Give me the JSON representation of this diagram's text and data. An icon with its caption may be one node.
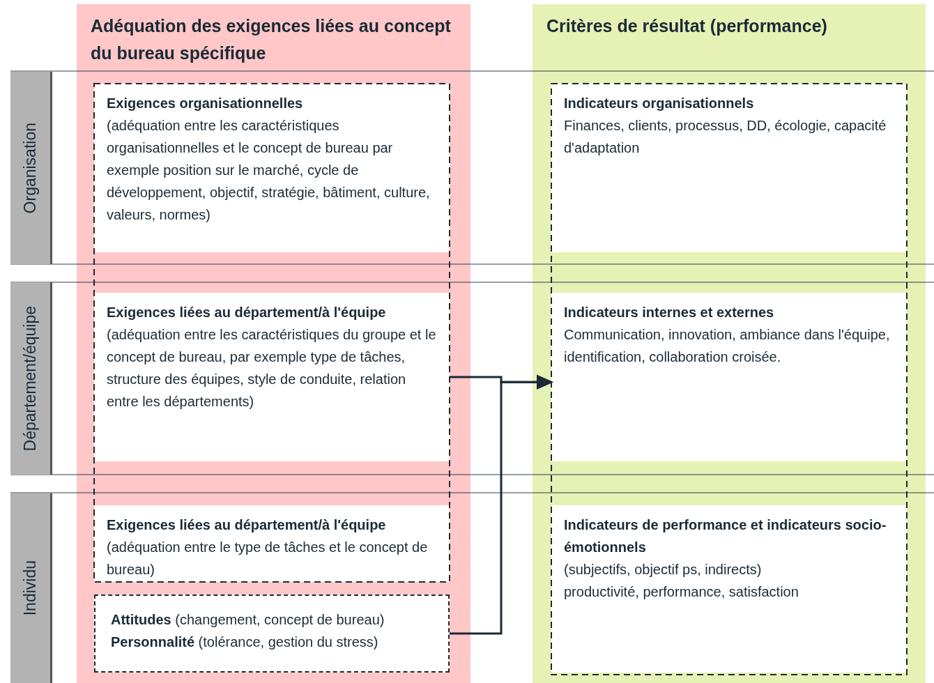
{
  "diagram": {
    "nodes": [
      {
        "text": [
          "Adéquation des exigences liées au concept du bureau spécifique"
        ]
      },
      {
        "text": [
          "Critères de résultat (performance)"
        ]
      },
      {
        "text": [
          "Organisation"
        ]
      },
      {
        "text": [
          "Département/équipe"
        ]
      },
      {
        "text": [
          "Individu"
        ]
      },
      {
        "text": [
          "Exigences organisationnelles",
          "(adéquation entre les caractéristiques organisationnelles et le concept de bureau par exemple position sur le marché, cycle de développement, objectif, stratégie, bâtiment, culture, valeurs, normes)"
        ],
        "in": 0
      },
      {
        "text": [
          "Exigences liées au département/à l'équipe",
          "(adéquation entre les caractéristiques du groupe et le concept de bureau, par exemple type de tâches, structure des équipes, style de conduite, relation entre les départements)"
        ],
        "in": 0
      },
      {
        "text": [
          "Exigences liées au département/à l'équipe",
          "(adéquation entre le type de tâches et le concept de bureau)"
        ],
        "in": 0
      },
      {
        "text": [
          "**Attitudes** (changement, concept de bureau)",
          "**Personnalité** (tolérance, gestion du stress)"
        ],
        "in": 0
      },
      {
        "text": [
          "Indicateurs organisationnels",
          "Finances, clients, processus, DD, écologie, capacité d'adaptation"
        ],
        "in": 1
      },
      {
        "text": [
          "Indicateurs internes et externes",
          "Communication, innovation, ambiance dans l'équipe, identification, collaboration croisée."
        ],
        "in": 1
      },
      {
        "text": [
          "Indicateurs de performance et indicateurs socio-émotionnels",
          "(subjectifs, objectif ps, indirects)",
          "productivité, performance, satisfaction"
        ],
        "in": 1
      }
    ],
    "edges": [
      {
        "from": 6,
        "to": 10,
        "arrow": "to"
      },
      {
        "from": 8,
        "to": 10,
        "arrow": "to"
      }
    ]
  }
}
